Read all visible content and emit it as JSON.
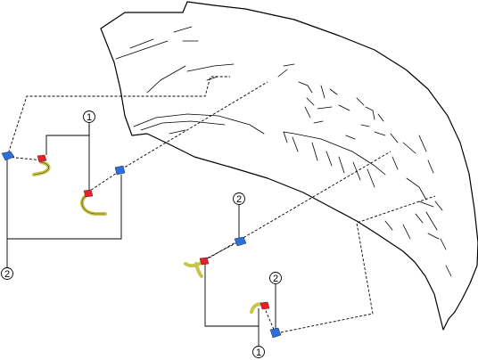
{
  "callouts": [
    {
      "id": "c1",
      "label": "1"
    },
    {
      "id": "c2",
      "label": "2"
    },
    {
      "id": "c3",
      "label": "2"
    },
    {
      "id": "c4",
      "label": "2"
    },
    {
      "id": "c5",
      "label": "1"
    }
  ],
  "colors": {
    "outline": "#000000",
    "clip_red": "#e8202a",
    "clip_blue": "#2f6fd6",
    "hose_yellow": "#c8c64a",
    "hose_dark": "#3a3a1a"
  }
}
